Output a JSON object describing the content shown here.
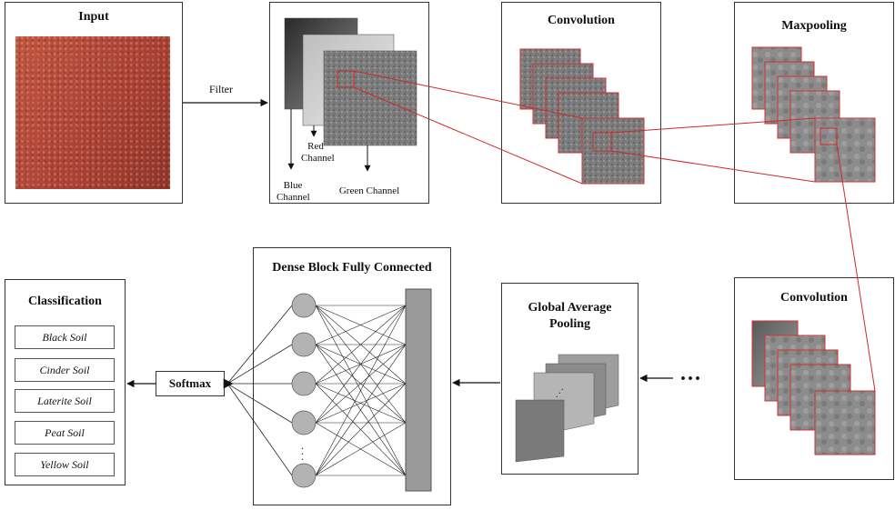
{
  "input": {
    "title": "Input"
  },
  "filter": {
    "label": "Filter"
  },
  "channels": {
    "red": "Red Channel",
    "blue": "Blue Channel",
    "green": "Green Channel"
  },
  "convolution1": {
    "title": "Convolution"
  },
  "maxpooling": {
    "title": "Maxpooling"
  },
  "convolution2": {
    "title": "Convolution"
  },
  "gap": {
    "title": "Global Average Pooling"
  },
  "dense": {
    "title": "Dense Block Fully Connected"
  },
  "softmax": {
    "label": "Softmax"
  },
  "classification": {
    "title": "Classification",
    "items": [
      "Black Soil",
      "Cinder Soil",
      "Laterite Soil",
      "Peat Soil",
      "Yellow Soil"
    ]
  },
  "dots": "...",
  "colors": {
    "highlight": "#d02828",
    "soil": "#b4493a",
    "line": "#111111"
  }
}
